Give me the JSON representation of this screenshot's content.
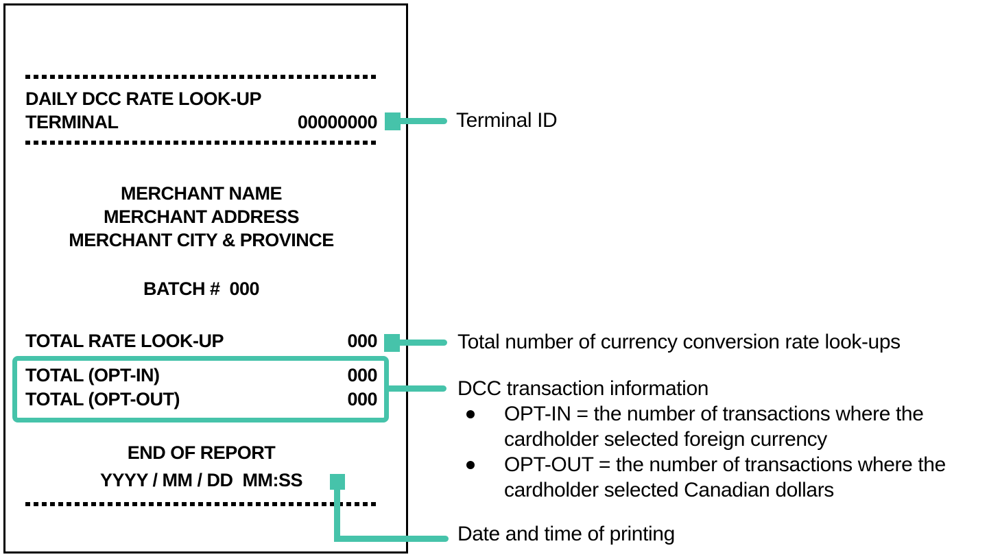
{
  "figure": {
    "accent_teal": "#46C3AA"
  },
  "receipt": {
    "title": "DAILY DCC RATE LOOK-UP",
    "terminal": {
      "label": "TERMINAL",
      "value": "00000000"
    },
    "merchant_lines": [
      "MERCHANT NAME",
      "MERCHANT ADDRESS",
      "MERCHANT CITY & PROVINCE"
    ],
    "batch_line": "BATCH #  000",
    "rate_row": {
      "label": "TOTAL RATE LOOK-UP",
      "value": "000"
    },
    "opt_in_row": {
      "label": "TOTAL (OPT-IN)",
      "value": "000"
    },
    "opt_out_row": {
      "label": "TOTAL (OPT-OUT)",
      "value": "000"
    },
    "end_line": "END OF REPORT",
    "datetime_line": "YYYY / MM / DD  MM:SS"
  },
  "annotations": {
    "terminal_id": "Terminal ID",
    "rate_lookups": "Total number of currency conversion rate look-ups",
    "dcc": {
      "heading": "DCC transaction information",
      "bullets": [
        {
          "line1": "OPT-IN = the number of transactions where the",
          "line2": "cardholder selected foreign currency"
        },
        {
          "line1": "OPT-OUT = the number of transactions where the",
          "line2": "cardholder selected Canadian dollars"
        }
      ]
    },
    "date_time": "Date and time of printing"
  }
}
